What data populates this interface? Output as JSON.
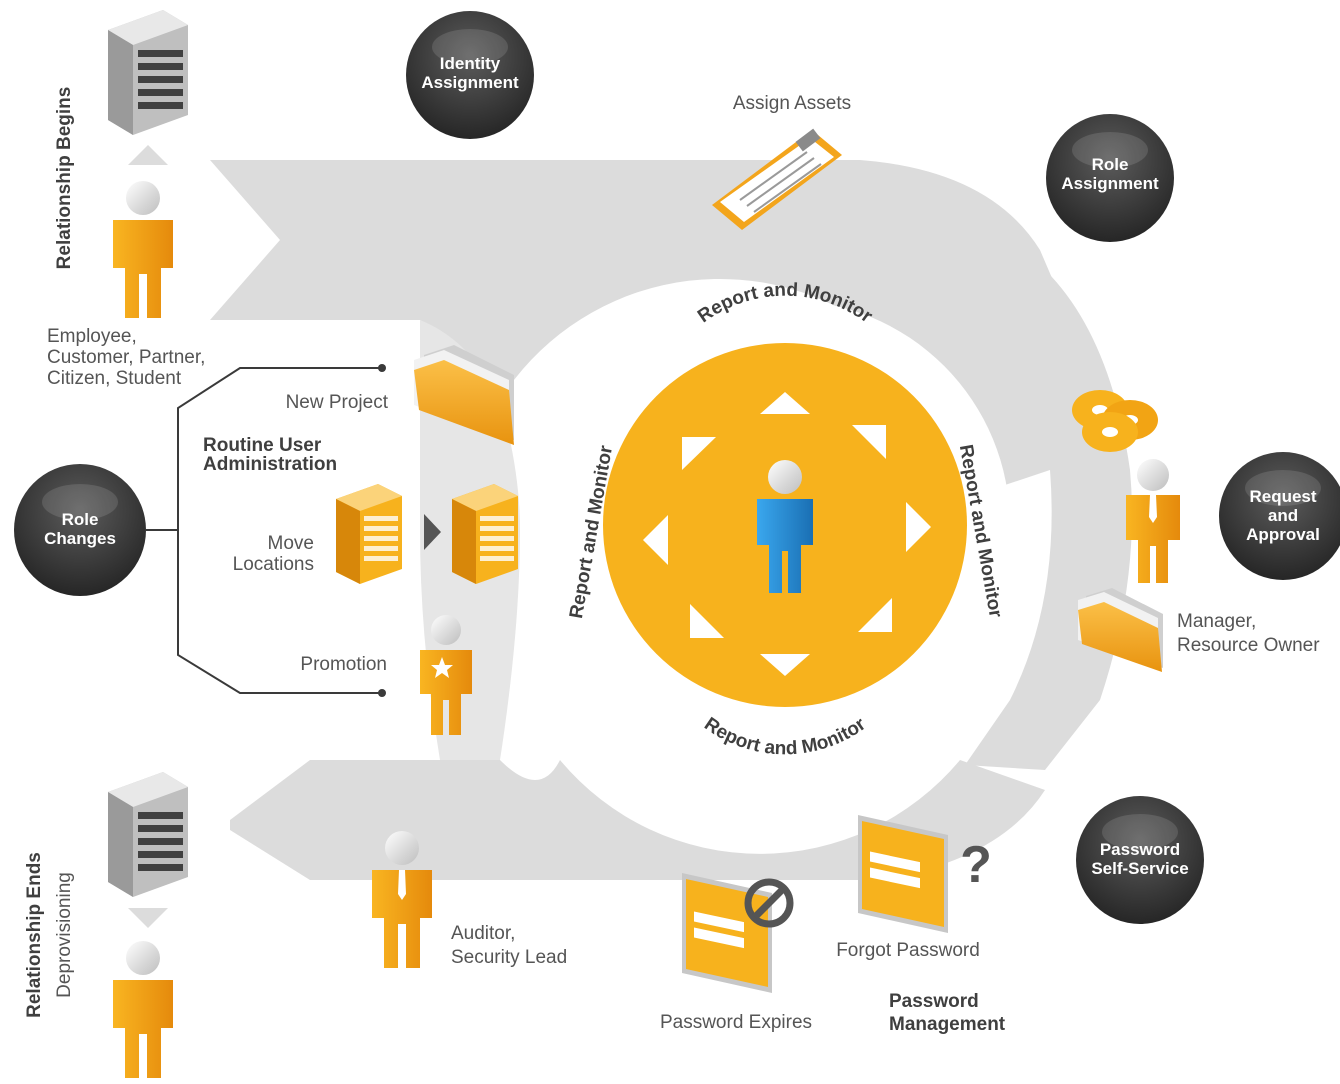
{
  "colors": {
    "band": "#dcdcdc",
    "center_orange": "#f7b21d",
    "badge_dark": "#3a3a3a",
    "person_orange": "#f5a418",
    "person_blue": "#2b8fd6",
    "text_gray": "#555555"
  },
  "side_labels": {
    "begins": "Relationship Begins",
    "ends": "Relationship Ends",
    "deprovisioning": "Deprovisioning"
  },
  "badges": {
    "identity": [
      "Identity",
      "Assignment"
    ],
    "role_assignment": [
      "Role",
      "Assignment"
    ],
    "role_changes": [
      "Role",
      "Changes"
    ],
    "request": [
      "Request",
      "and",
      "Approval"
    ],
    "password_self_service": [
      "Password",
      "Self-Service"
    ]
  },
  "labels": {
    "users": [
      "Employee,",
      "Customer, Partner,",
      "Citizen, Student"
    ],
    "assign_assets": "Assign Assets",
    "routine_admin": [
      "Routine User",
      "Administration"
    ],
    "new_project": "New Project",
    "move_locations": [
      "Move",
      "Locations"
    ],
    "promotion": "Promotion",
    "manager": [
      "Manager,",
      "Resource Owner"
    ],
    "auditor": [
      "Auditor,",
      "Security Lead"
    ],
    "password_expires": "Password Expires",
    "forgot_password": "Forgot Password",
    "password_management": [
      "Password",
      "Management"
    ]
  },
  "ring_label": "Report and Monitor",
  "icons": {
    "building": "building-icon",
    "person": "person-icon",
    "folder": "folder-icon",
    "clipboard": "clipboard-icon",
    "cd": "cd-stack-icon",
    "password_screen": "login-screen-icon",
    "no_entry": "no-entry-icon",
    "question": "question-mark-icon",
    "star": "star-icon"
  }
}
